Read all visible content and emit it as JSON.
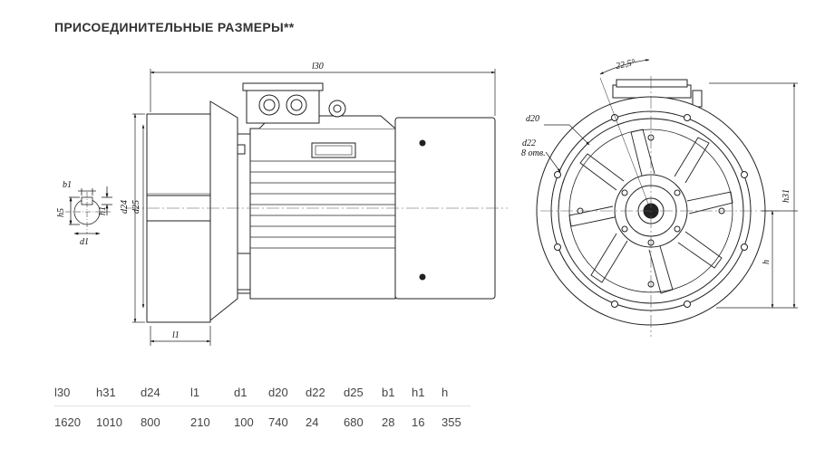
{
  "header": {
    "title": "ПРИСОЕДИНИТЕЛЬНЫЕ РАЗМЕРЫ**"
  },
  "drawing": {
    "labels": {
      "l30": "l30",
      "h31": "h31",
      "d24": "d24",
      "d25": "d25",
      "d20": "d20",
      "d22": "d22",
      "d22_note": "8 отв.",
      "b1": "b1",
      "h5": "h5",
      "h1": "h1",
      "d1": "d1",
      "l1": "l1",
      "h": "h",
      "angle": "22,5°"
    }
  },
  "spec_table": {
    "headers": [
      "l30",
      "h31",
      "d24",
      "l1",
      "d1",
      "d20",
      "d22",
      "d25",
      "b1",
      "h1",
      "h"
    ],
    "values": [
      "1620",
      "1010",
      "800",
      "210",
      "100",
      "740",
      "24",
      "680",
      "28",
      "16",
      "355"
    ]
  }
}
